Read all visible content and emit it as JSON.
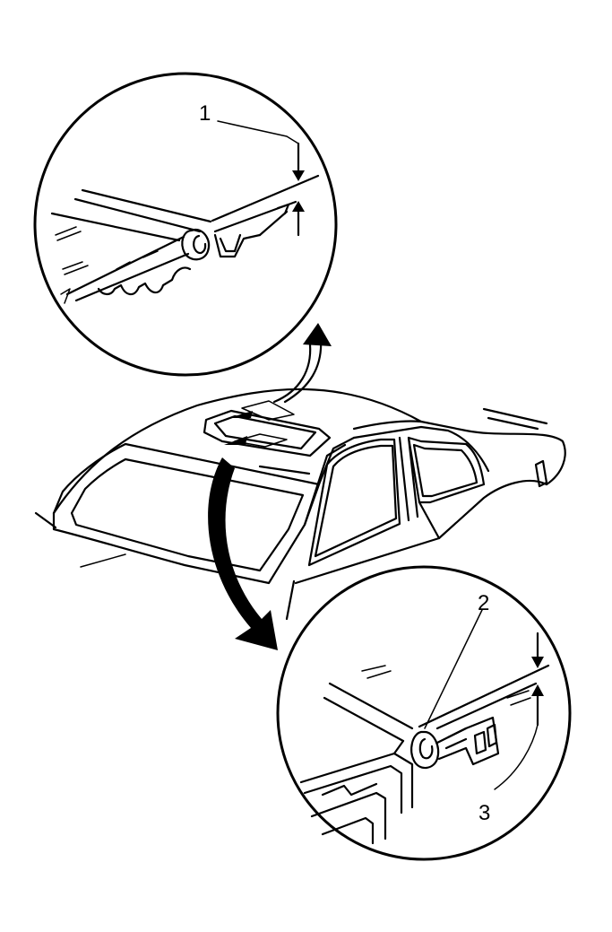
{
  "callouts": [
    {
      "id": "1",
      "label": "1"
    },
    {
      "id": "2",
      "label": "2"
    },
    {
      "id": "3",
      "label": "3"
    }
  ],
  "colors": {
    "ink": "#000000",
    "paper": "#ffffff"
  }
}
